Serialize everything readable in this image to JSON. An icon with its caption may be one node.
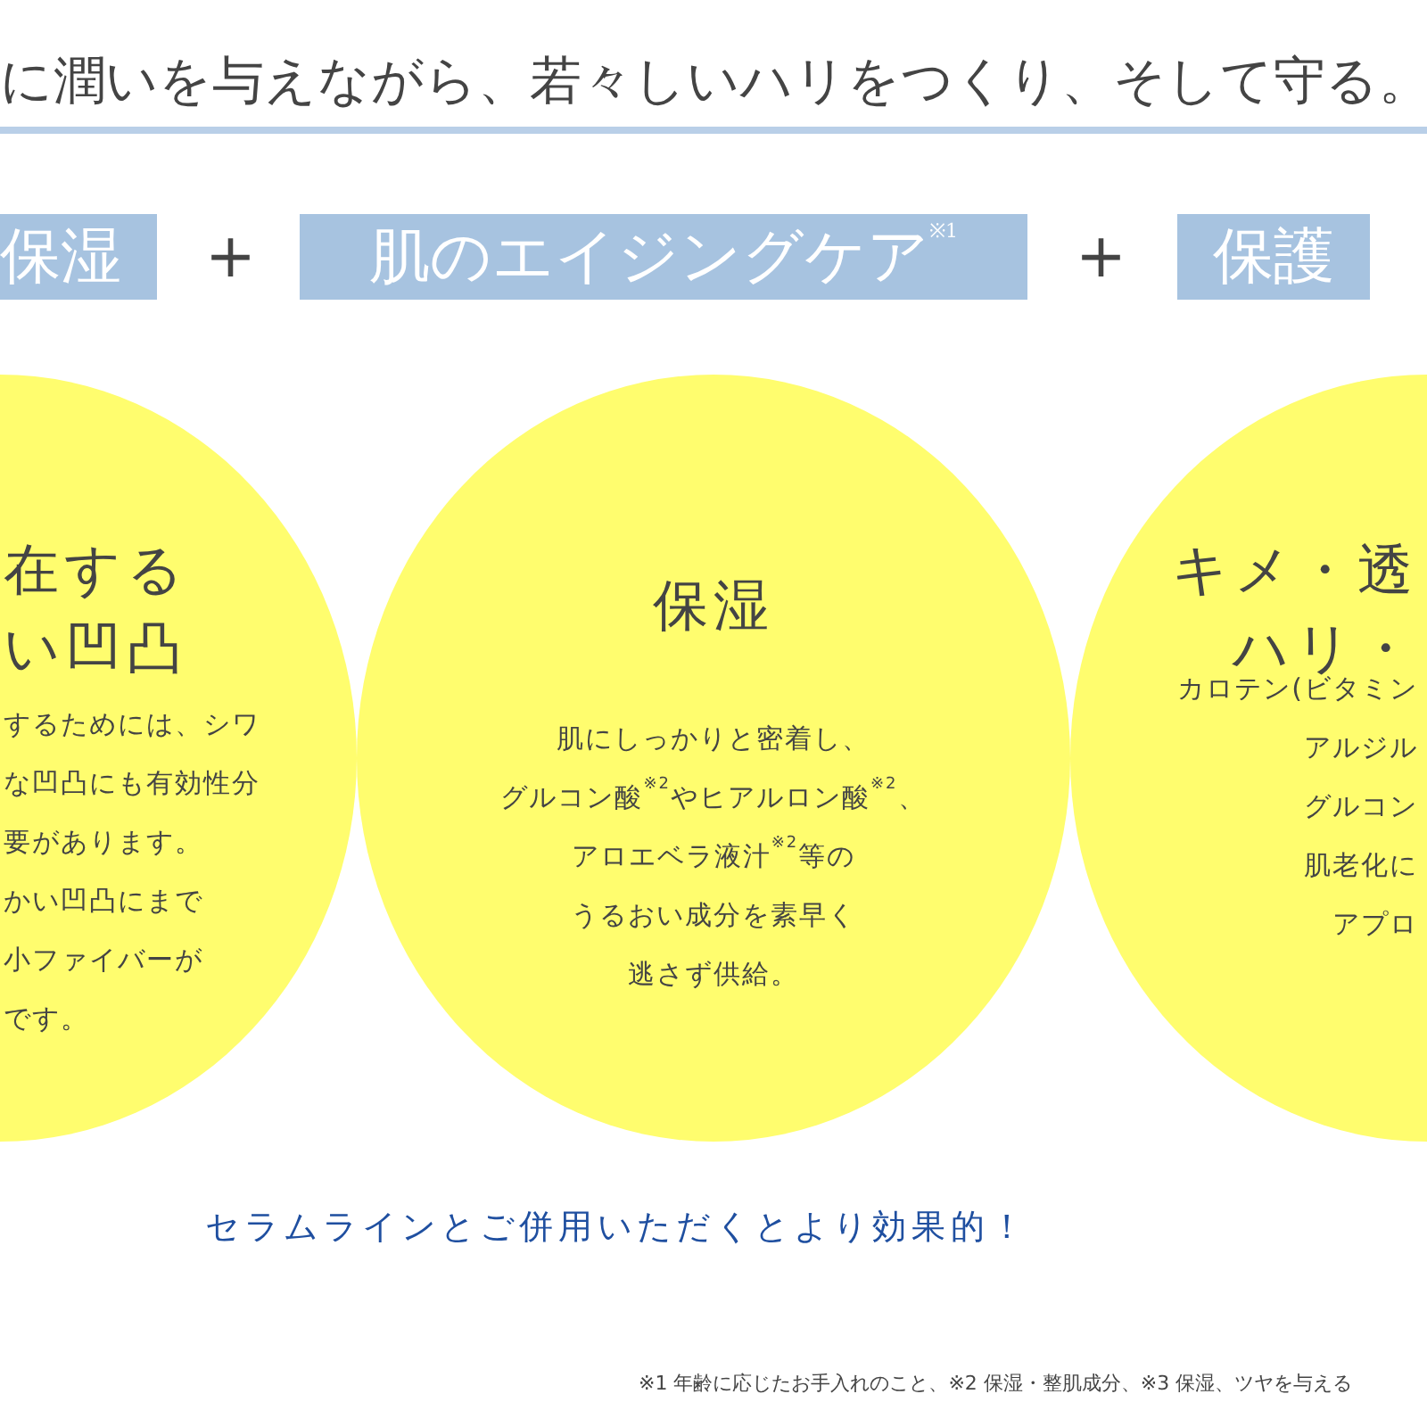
{
  "diagram": {
    "title": "に潤いを与えながら、若々しいハリをつくり、そして守る。",
    "nodes": [
      {
        "text": [
          "保湿"
        ]
      },
      {
        "text": [
          "肌のエイジングケア$^{※1}$"
        ]
      },
      {
        "text": [
          "保護"
        ]
      },
      {
        "text": [
          "在するい凹凸",
          "するためには、シワな凹凸にも有効性分要があります。かい凹凸にまで小ファイバーがです。"
        ]
      },
      {
        "text": [
          "保湿",
          "肌にしっかりと密着し、グルコン酸$^{※2}$やヒアルロン酸$^{※2}$、アロエベラ液汁$^{※2}$等のうるおい成分を素早く逃さず供給。"
        ]
      },
      {
        "text": [
          "キメ・透ハリ・",
          "カロテン(ビタミンアルジルグルコン肌老化にアプロ"
        ]
      }
    ],
    "labels": [
      "+",
      "+",
      "セラムラインとご併用いただくとより効果的！",
      "※1 年齢に応じたお手入れのこと、※2 保湿・整肌成分、※3 保湿、ツヤを与える"
    ]
  }
}
